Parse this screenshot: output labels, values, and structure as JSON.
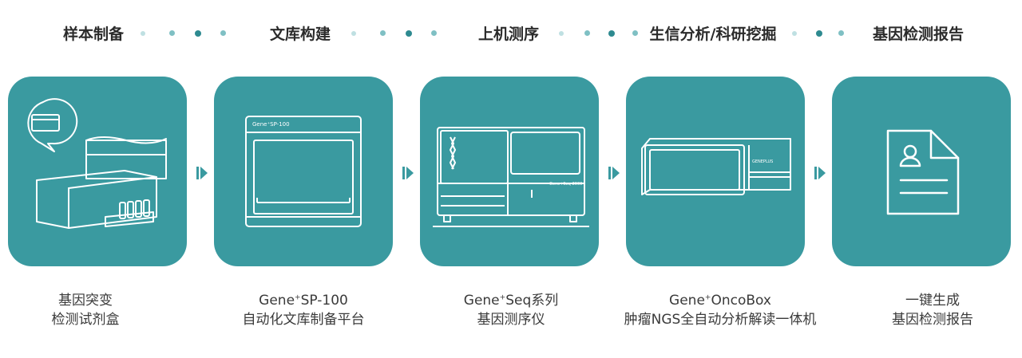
{
  "stages": [
    {
      "title": "样本制备",
      "caption_line1": "基因突变",
      "caption_line2": "检测试剂盒"
    },
    {
      "title": "文库构建",
      "caption_line1_pre": "Gene",
      "caption_line1_sup": "+",
      "caption_line1_post": "SP-100",
      "caption_line2": "自动化文库制备平台",
      "device_label": "Gene⁺SP-100"
    },
    {
      "title": "上机测序",
      "caption_line1_pre": "Gene",
      "caption_line1_sup": "+",
      "caption_line1_post": "Seq系列",
      "caption_line2": "基因测序仪",
      "device_label": "Gene+Seq-2000"
    },
    {
      "title": "生信分析/科研挖掘",
      "caption_line1_pre": "Gene",
      "caption_line1_sup": "+",
      "caption_line1_post": "OncoBox",
      "caption_line2": "肿瘤NGS全自动分析解读一体机",
      "device_label": "GENEPLUS"
    },
    {
      "title": "基因检测报告",
      "caption_line1": "一键生成",
      "caption_line2": "基因检测报告"
    }
  ],
  "colors": {
    "card": "#3a9aa0",
    "dot_dark": "#2e8a90",
    "dot_light": "#bfe0e2",
    "text": "#3a3a3a"
  }
}
